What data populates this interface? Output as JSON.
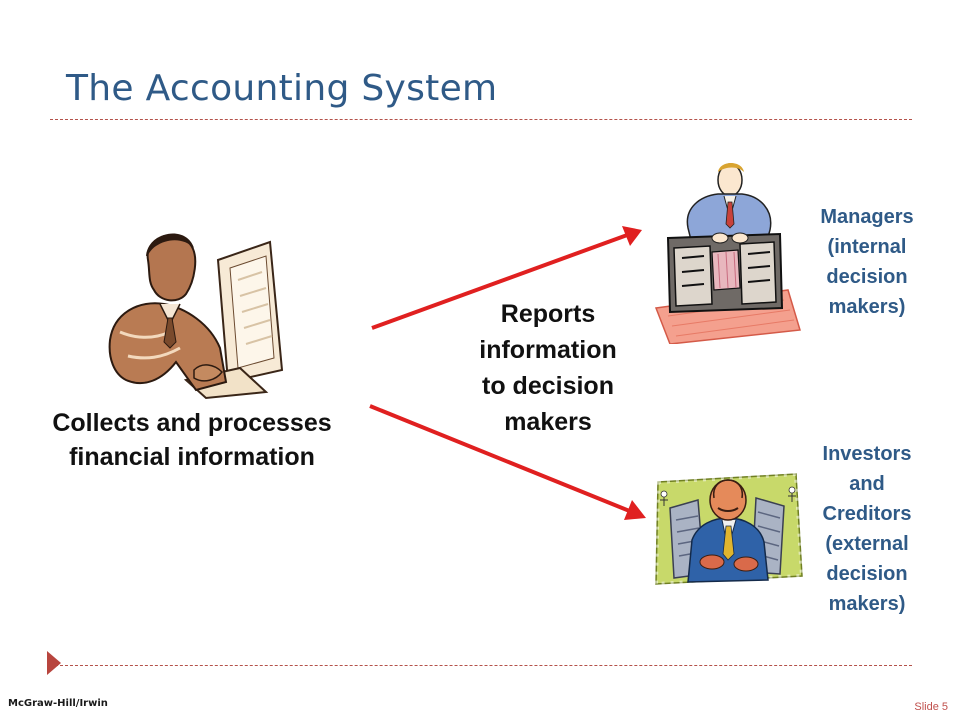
{
  "slide": {
    "title": "The Accounting System",
    "collects_lines": [
      "Collects and processes",
      "financial information"
    ],
    "reports_lines": [
      "Reports",
      "information",
      "to decision",
      "makers"
    ],
    "managers_lines": [
      "Managers",
      "(internal",
      "decision",
      "makers)"
    ],
    "investors_lines": [
      "Investors",
      "and",
      "Creditors",
      "(external",
      "decision",
      "makers)"
    ],
    "footer_left": "McGraw-Hill/Irwin",
    "footer_right": "Slide 5"
  },
  "icons": {
    "accountant": "accountant-clipart-icon",
    "manager": "manager-at-desk-clipart-icon",
    "investor": "investor-clipart-icon",
    "arrow": "red-arrow-icon"
  },
  "colors": {
    "title": "#2f5a87",
    "rule": "#b4524a",
    "arrow": "#e02020",
    "label_blue": "#2f5a87",
    "footer_right": "#c0504d"
  }
}
